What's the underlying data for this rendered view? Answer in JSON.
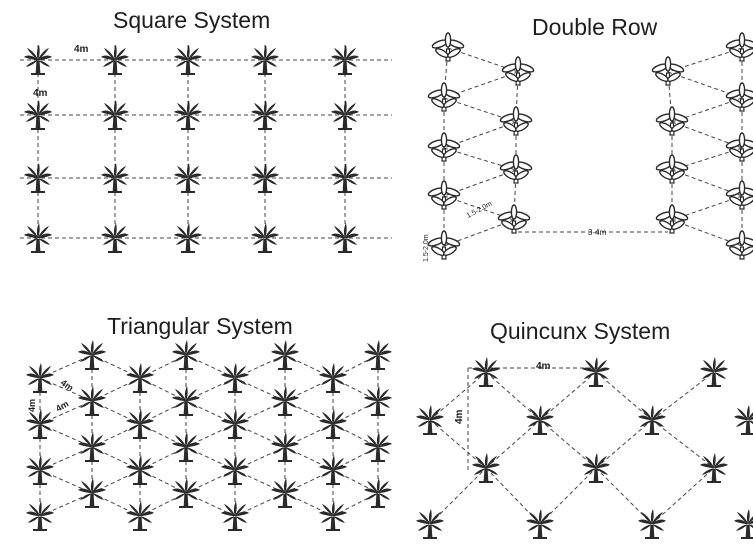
{
  "panels": {
    "square": {
      "title": "Square System",
      "spacing_x": "4m",
      "spacing_y": "4m"
    },
    "double_row": {
      "title": "Double Row",
      "within_row": "1.5-2.0m",
      "row_gap": "1.5-2.0m",
      "between_rows": "3-4m"
    },
    "triangular": {
      "title": "Triangular System",
      "side_vertical": "4m",
      "side_diag_1": "4m",
      "side_diag_2": "4m"
    },
    "quincunx": {
      "title": "Quincunx System",
      "spacing_x": "4m",
      "spacing_y": "4m"
    }
  },
  "colors": {
    "ink": "#1e1e1e",
    "line": "#444444",
    "plant": "#2a2a2a",
    "background": "#ffffff"
  },
  "icons": {
    "plant": "banana-plant-icon"
  }
}
